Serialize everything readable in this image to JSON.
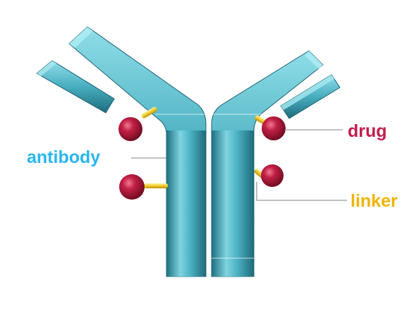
{
  "labels": {
    "antibody": "antibody",
    "drug": "drug",
    "linker": "linker"
  },
  "colors": {
    "antibody_label": "#29b6ee",
    "drug_label": "#c51d4d",
    "linker_label": "#f0b400",
    "antibody_body": "#3a9fb0",
    "drug_sphere": "#b3173a",
    "linker_rod": "#f3d23c",
    "leader_line": "#9a9a9a"
  }
}
